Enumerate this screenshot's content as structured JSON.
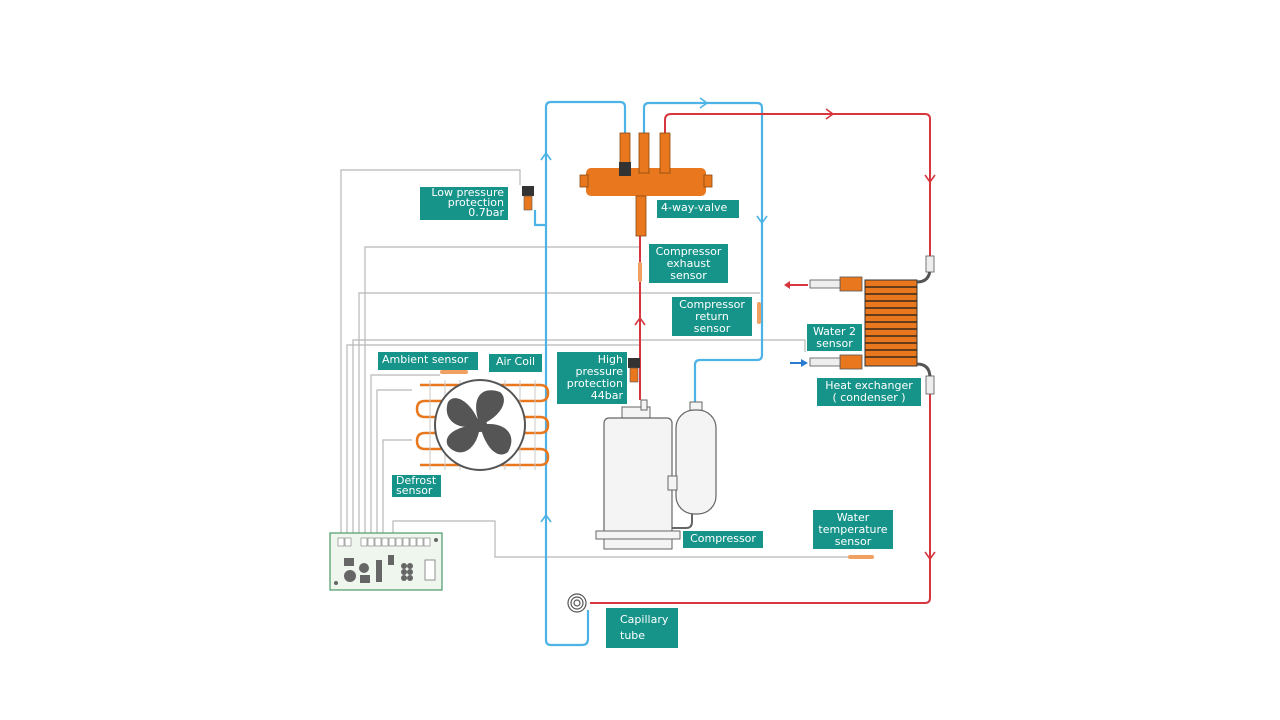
{
  "diagram": {
    "labels": {
      "low_pressure": "Low pressure\nprotection\n0.7bar",
      "four_way_valve": "4-way-valve",
      "compressor_exhaust": "Compressor\nexhaust\nsensor",
      "compressor_return": "Compressor\nreturn\nsensor",
      "water2_sensor": "Water 2\nsensor",
      "heat_exchanger": "Heat exchanger\n( condenser )",
      "ambient_sensor": "Ambient sensor",
      "air_coil": "Air Coil",
      "high_pressure": "High\npressure\nprotection\n44bar",
      "defrost_sensor": "Defrost\nsensor",
      "compressor": "Compressor",
      "water_temp": "Water\ntemperature\nsensor",
      "capillary_tube": "Capillary\ntube"
    },
    "colors": {
      "label_bg": "#17948a",
      "hot_line": "#d8363f",
      "cold_line": "#4db3e6",
      "copper": "#e8771e",
      "wire": "#b8b8b8"
    }
  }
}
